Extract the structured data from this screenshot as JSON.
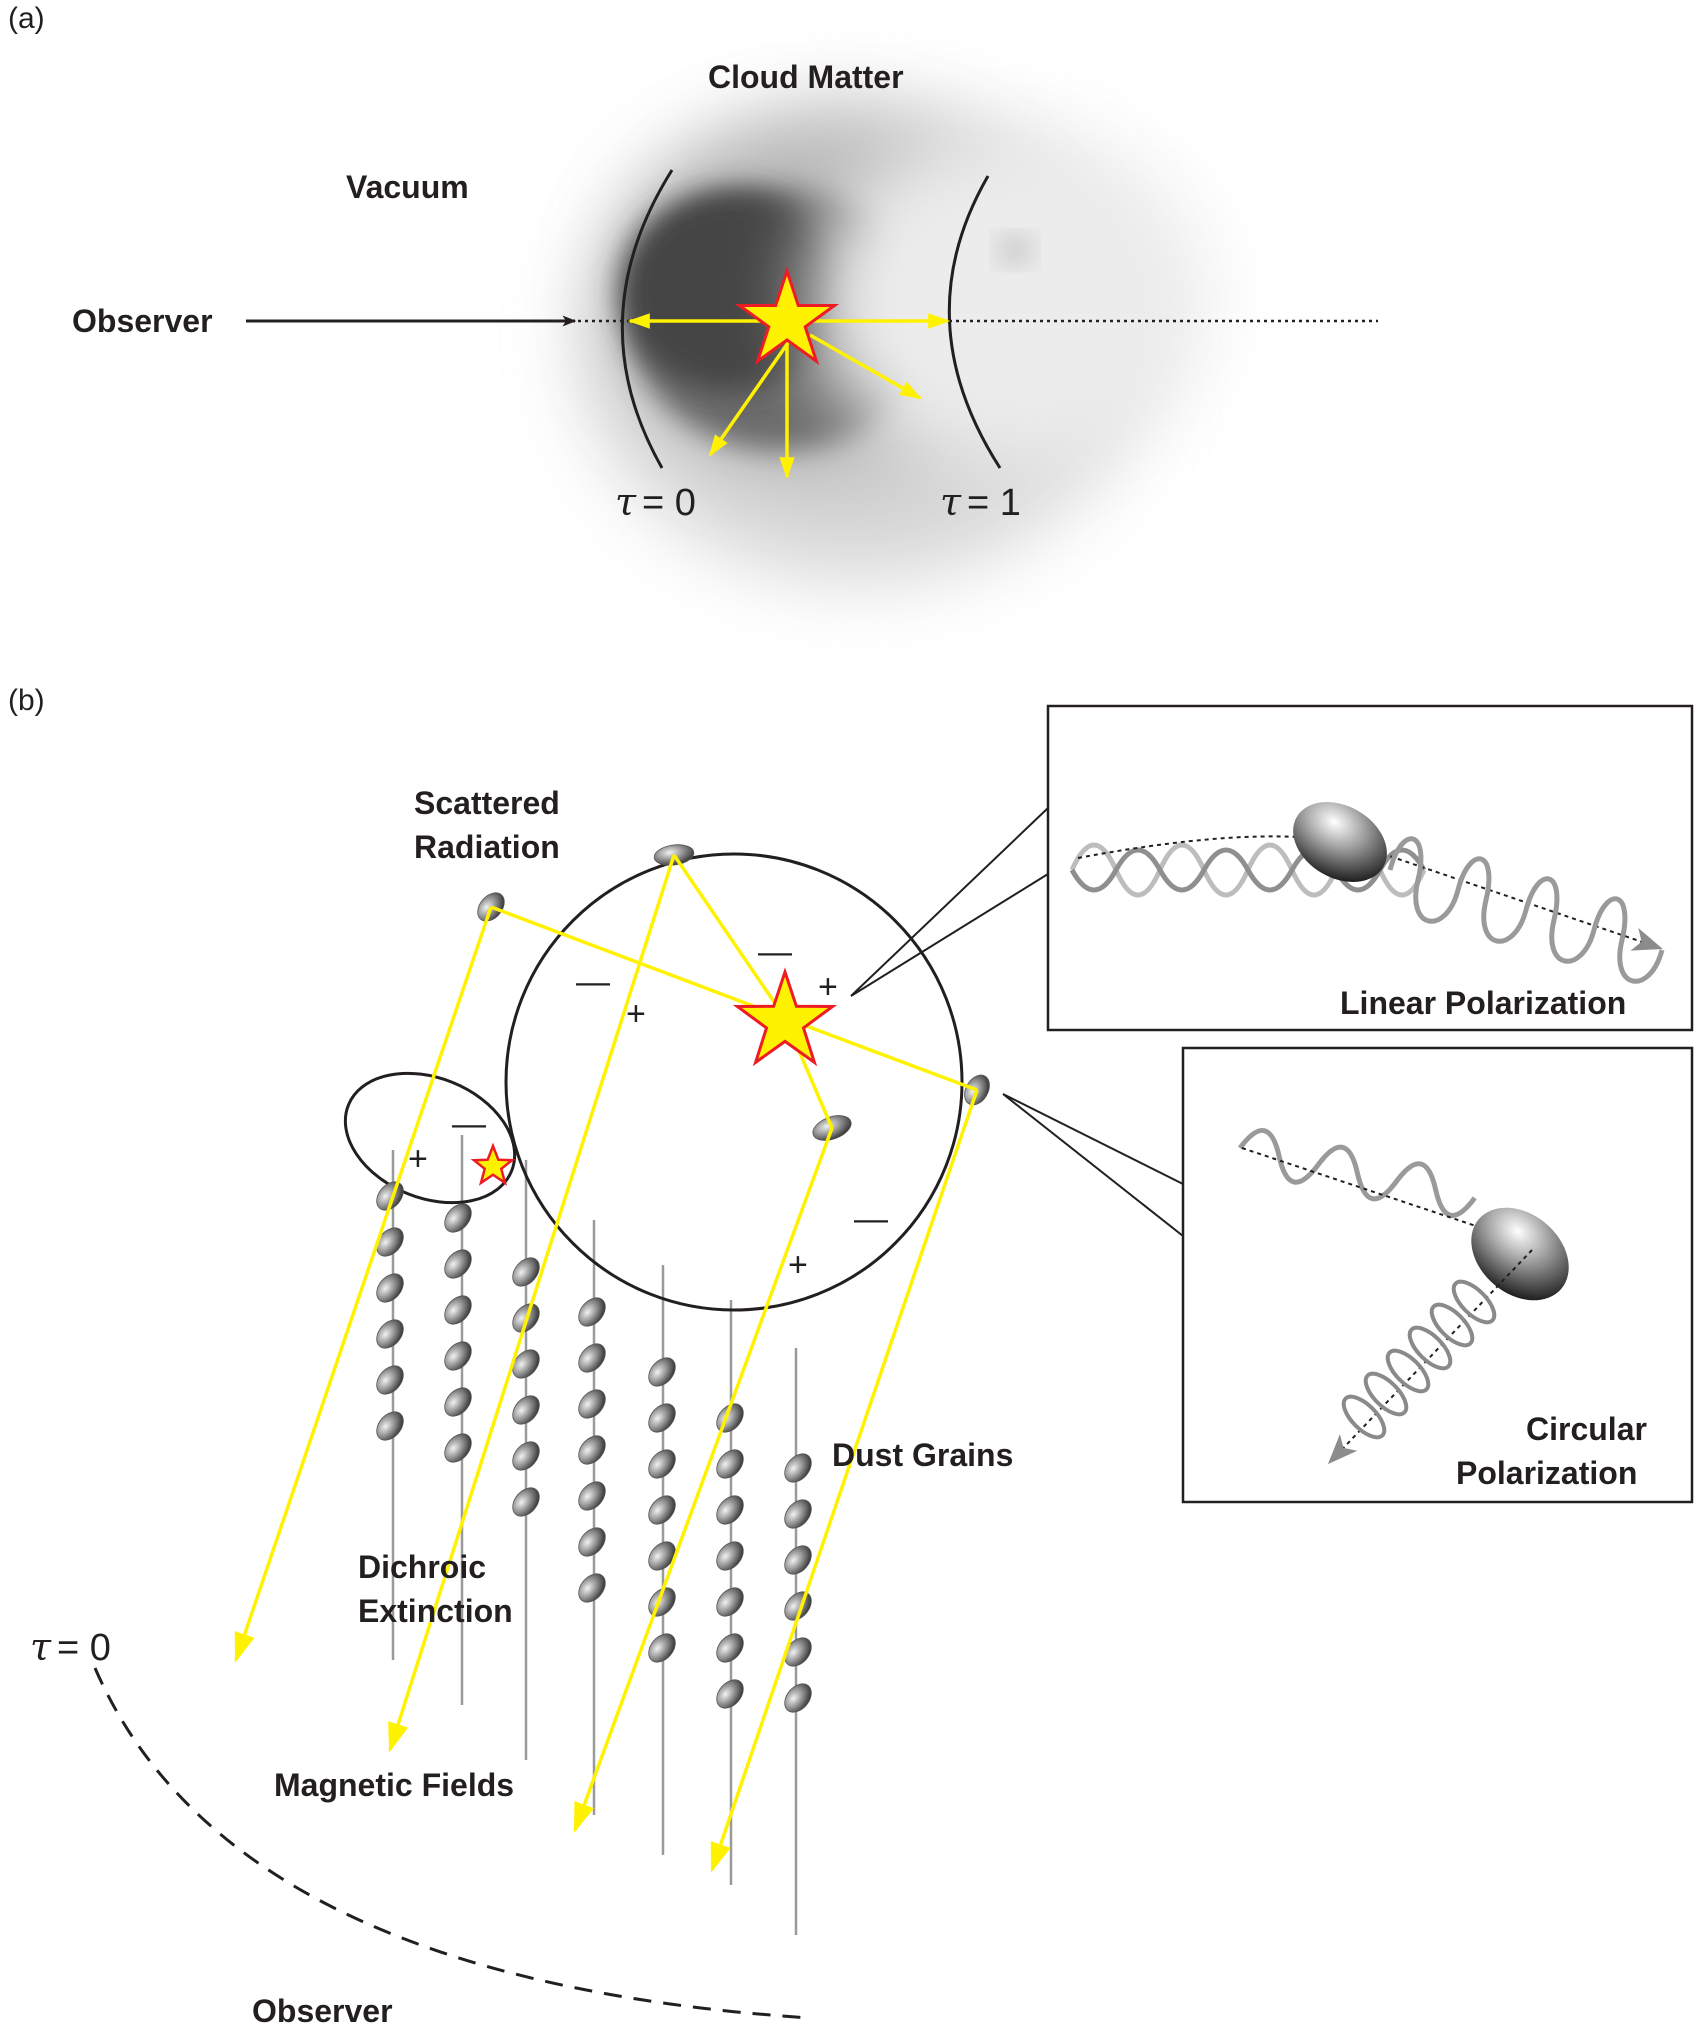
{
  "panel_a": {
    "tag": "(a)",
    "cloud_label": "Cloud Matter",
    "vacuum_label": "Vacuum",
    "observer_label": "Observer",
    "tau_inner": {
      "sym": "τ",
      "eq": "= 0"
    },
    "tau_outer": {
      "sym": "τ",
      "eq": "= 1"
    }
  },
  "panel_b": {
    "tag": "(b)",
    "scattered": [
      "Scattered",
      "Radiation"
    ],
    "dichroic": [
      "Dichroic",
      "Extinction"
    ],
    "magnetic_label": "Magnetic Fields",
    "dust_label": "Dust Grains",
    "observer_label": "Observer",
    "tau_edge": {
      "sym": "τ",
      "eq": "= 0"
    },
    "linear_label": "Linear Polarization",
    "circular_label": [
      "Circular",
      "Polarization"
    ],
    "plus": "+",
    "minus": "—"
  },
  "colors": {
    "star_fill": "#fff200",
    "star_stroke": "#ed1c24",
    "ray": "#fff200",
    "ink": "#231f20",
    "grain": "#8a8a8a"
  }
}
